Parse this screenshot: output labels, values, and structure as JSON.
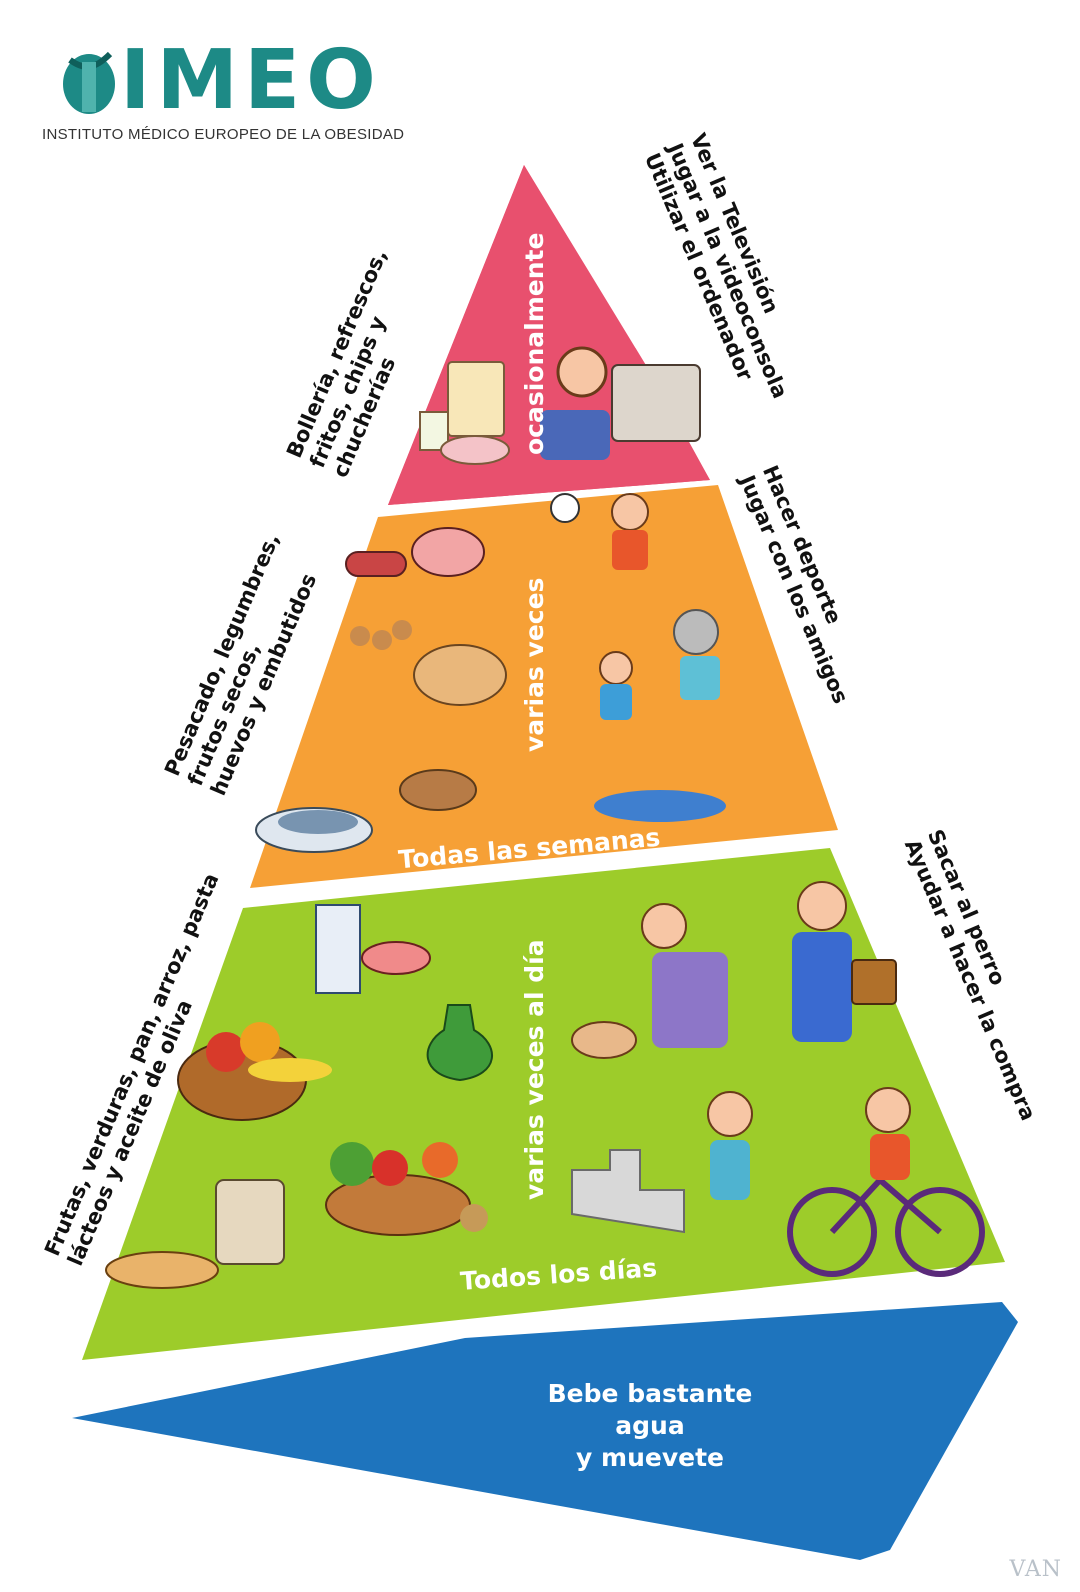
{
  "logo": {
    "name": "IMEO",
    "subtitle": "INSTITUTO MÉDICO EUROPEO DE LA OBESIDAD",
    "color": "#1d8a86"
  },
  "tiers": {
    "top": {
      "color": "#e8506e",
      "frequency": "ocasionalmente",
      "foods": [
        "Bollería, refrescos,",
        "fritos, chips y",
        "chucherías"
      ],
      "activities": [
        "Ver la Televisión",
        "Jugar a la videoconsola",
        "Utilizar el ordenador"
      ]
    },
    "middle": {
      "color": "#f6a036",
      "frequency": "varias veces",
      "period": "Todas las semanas",
      "foods": [
        "Pesacado, legumbres,",
        "frutos secos,",
        "huevos y embutidos"
      ],
      "activities": [
        "Hacer deporte",
        "Jugar con los amigos"
      ]
    },
    "bottom": {
      "color": "#9dcc2a",
      "frequency": "varias veces al día",
      "period": "Todos los días",
      "foods": [
        "Frutas, verduras, pan, arroz, pasta",
        "lácteos y aceite de oliva"
      ],
      "activities": [
        "Sacar al perro",
        "Ayudar a hacer la compra"
      ]
    }
  },
  "base": {
    "color": "#1e74bd",
    "lines": [
      "Bebe bastante agua",
      "y muevete"
    ]
  },
  "watermark": "VAN"
}
